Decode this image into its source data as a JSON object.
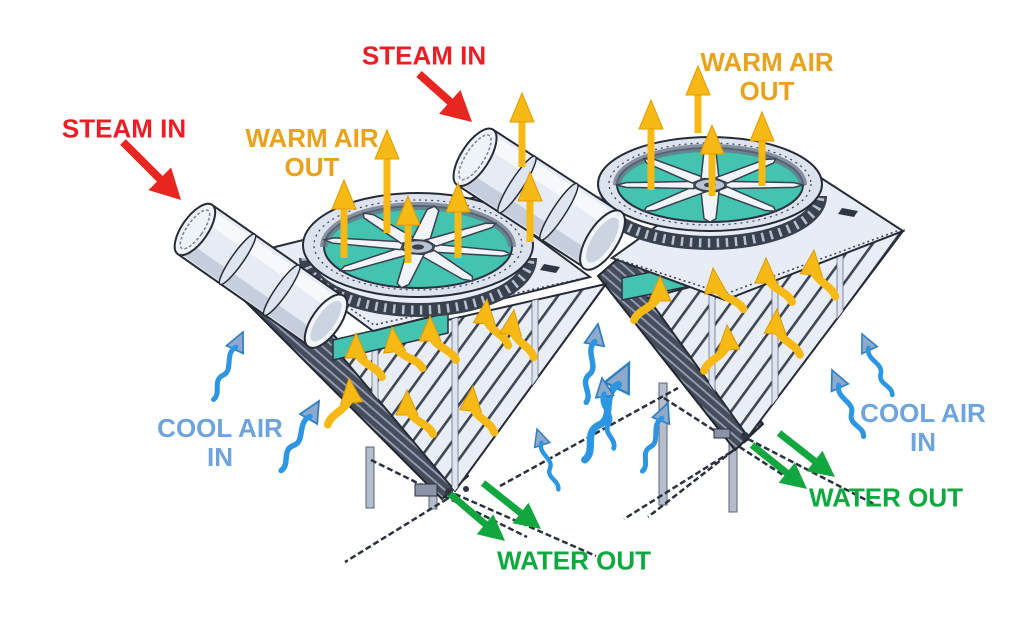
{
  "labels": {
    "steam_in_left": "STEAM IN",
    "steam_in_top": "STEAM IN",
    "warm_air_out_left": {
      "line1": "WARM AIR",
      "line2": "OUT"
    },
    "warm_air_out_right": {
      "line1": "WARM AIR",
      "line2": "OUT"
    },
    "cool_air_in_left": {
      "line1": "COOL AIR",
      "line2": "IN"
    },
    "cool_air_in_right": {
      "line1": "COOL AIR",
      "line2": "IN"
    },
    "water_out_left": "WATER OUT",
    "water_out_right": "WATER OUT"
  },
  "arrow_legend": {
    "red": "steam in",
    "gold": "warm air out",
    "blue": "cool air in",
    "green": "water out"
  },
  "colors": {
    "steam_text": "#ee1c24",
    "steam_arrow": "#e8251f",
    "warm_text": "#e8a21c",
    "warm_arrow": "#f6b915",
    "cool_text": "#6fa3dc",
    "cool_arrow_tail": "#2d96e2",
    "cool_arrow_head": "#8fa9cd",
    "water_text": "#0ca93f",
    "water_arrow": "#12a73e",
    "fan_deck": "#44c3b0"
  }
}
